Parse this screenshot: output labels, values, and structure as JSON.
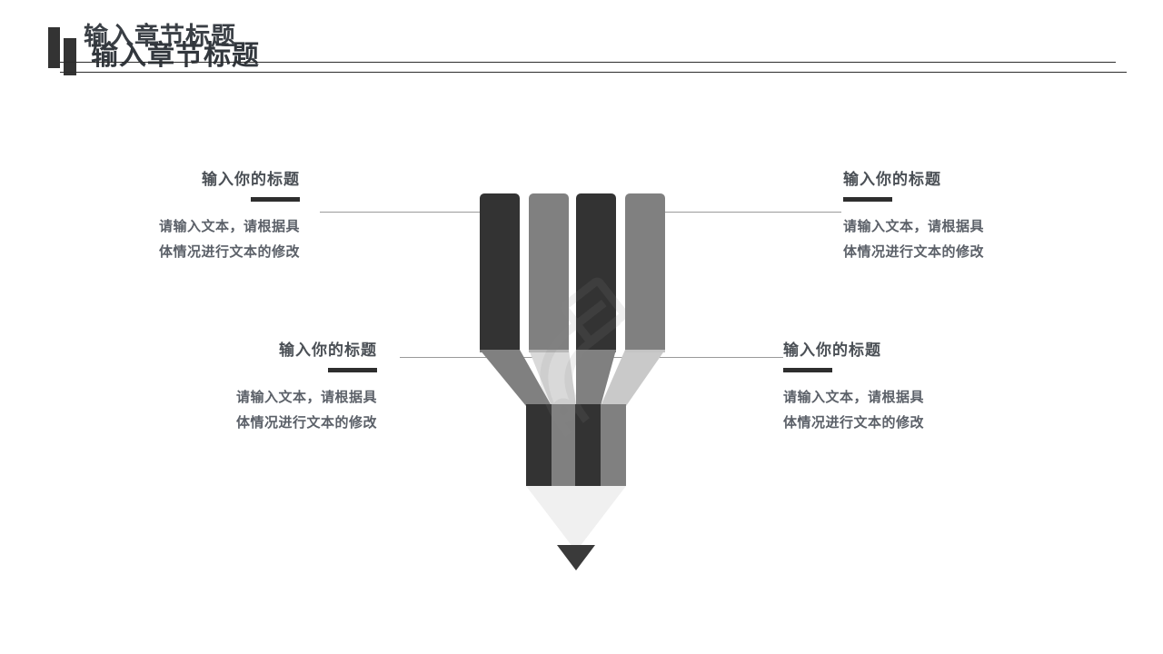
{
  "header": {
    "title_back": "输入章节标题",
    "title_front": "输入章节标题"
  },
  "callouts": [
    {
      "id": "top-left",
      "title": "输入你的标题",
      "body_line1": "请输入文本，请根据具",
      "body_line2": "体情况进行文本的修改",
      "accent_side": "right"
    },
    {
      "id": "top-right",
      "title": "输入你的标题",
      "body_line1": "请输入文本，请根据具",
      "body_line2": "体情况进行文本的修改",
      "accent_side": "left"
    },
    {
      "id": "bottom-left",
      "title": "输入你的标题",
      "body_line1": "请输入文本，请根据具",
      "body_line2": "体情况进行文本的修改",
      "accent_side": "right"
    },
    {
      "id": "bottom-right",
      "title": "输入你的标题",
      "body_line1": "请输入文本，请根据具",
      "body_line2": "体情况进行文本的修改",
      "accent_side": "left"
    }
  ],
  "graphic": {
    "name": "pencil-funnel-infographic",
    "prong_count": 4,
    "colors": {
      "dark": "#333333",
      "gray": "#808080",
      "light_gray": "#b3b3b3",
      "pale": "#d9d9d9",
      "wood": "#f0f0f0",
      "lead": "#3a3a3a",
      "connector": "#9a9a9a",
      "accent": "#2e2e2e",
      "title_text": "#4a4f55",
      "body_text": "#5b6068",
      "header_text": "#32373d"
    }
  },
  "watermark": {
    "label": "pptx-watermark"
  }
}
